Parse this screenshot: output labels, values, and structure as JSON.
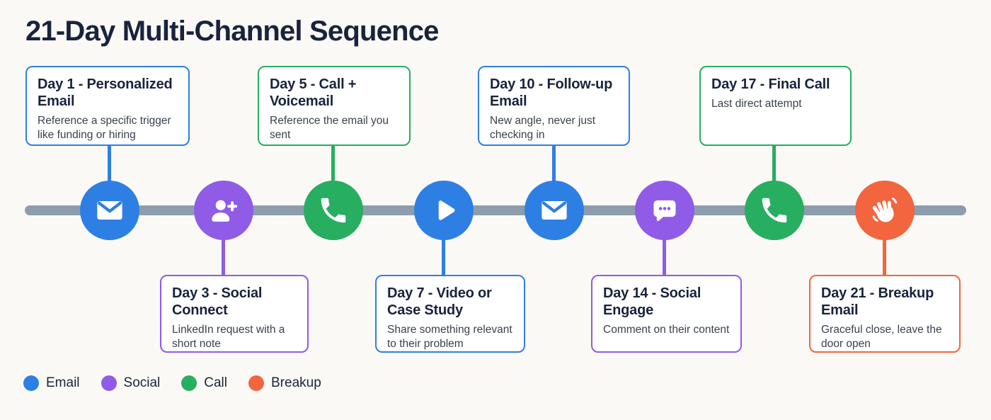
{
  "page": {
    "title": "21-Day Multi-Channel Sequence"
  },
  "colors": {
    "email": "#2E7FE4",
    "social": "#8F5BE7",
    "call": "#27AE60",
    "breakup": "#F2653F",
    "timeline": "#8E9DAE",
    "heading": "#19233D",
    "body_text": "#39414F",
    "box_background": "#FFFFFF",
    "page_background": "#FAF9F5"
  },
  "steps": [
    {
      "title": "Day 1 - Personalized Email",
      "description": "Reference a specific trigger like funding or hiring",
      "channel": "email",
      "icon": "envelope-icon",
      "position": "top"
    },
    {
      "title": "Day 3 - Social Connect",
      "description": "LinkedIn request with a short note",
      "channel": "social",
      "icon": "user-plus-icon",
      "position": "bottom"
    },
    {
      "title": "Day 5 - Call + Voicemail",
      "description": "Reference the email you sent",
      "channel": "call",
      "icon": "phone-icon",
      "position": "top"
    },
    {
      "title": "Day 7 - Video or Case Study",
      "description": "Share something relevant to their problem",
      "channel": "email",
      "icon": "play-icon",
      "position": "bottom"
    },
    {
      "title": "Day 10 - Follow-up Email",
      "description": "New angle, never just checking in",
      "channel": "email",
      "icon": "envelope-icon",
      "position": "top"
    },
    {
      "title": "Day 14 - Social Engage",
      "description": "Comment on their content",
      "channel": "social",
      "icon": "comment-dots-icon",
      "position": "bottom"
    },
    {
      "title": "Day 17 - Final Call",
      "description": "Last direct attempt",
      "channel": "call",
      "icon": "phone-icon",
      "position": "top"
    },
    {
      "title": "Day 21 - Breakup Email",
      "description": "Graceful close, leave the door open",
      "channel": "breakup",
      "icon": "waving-hand-icon",
      "position": "bottom"
    }
  ],
  "legend": [
    {
      "label": "Email",
      "channel": "email"
    },
    {
      "label": "Social",
      "channel": "social"
    },
    {
      "label": "Call",
      "channel": "call"
    },
    {
      "label": "Breakup",
      "channel": "breakup"
    }
  ]
}
